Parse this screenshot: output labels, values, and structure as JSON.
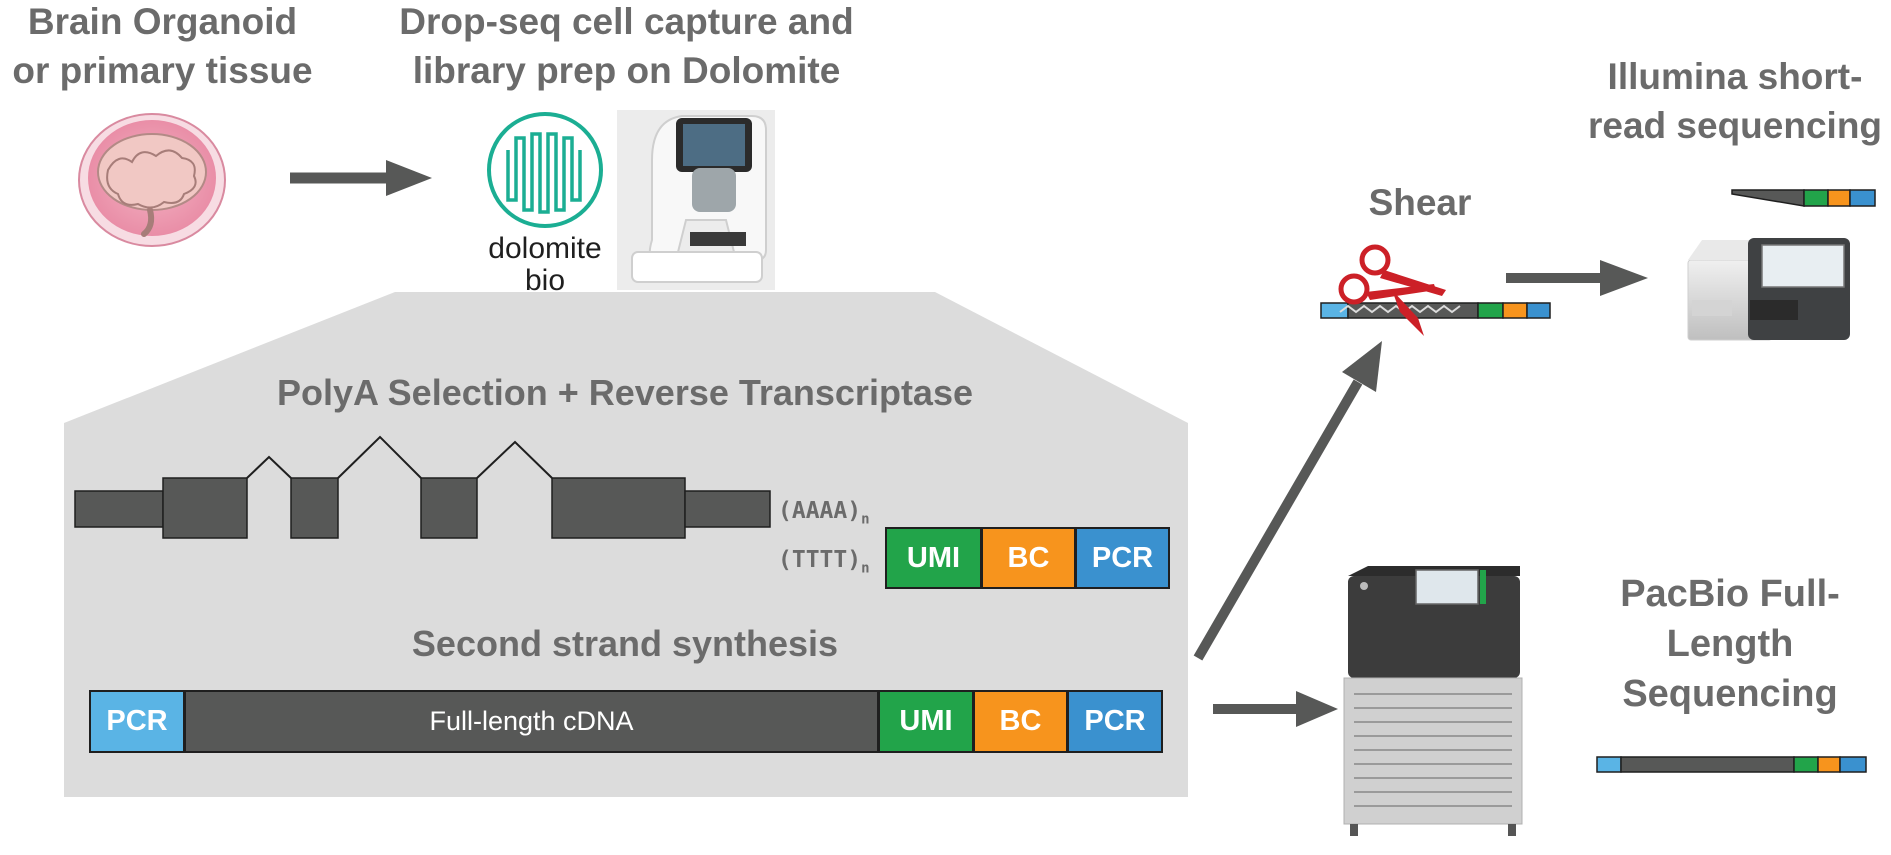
{
  "steps": {
    "tissue": [
      "Brain Organoid",
      "or primary tissue"
    ],
    "dropseq": [
      "Drop-seq cell capture and",
      "library prep on Dolomite"
    ],
    "illumina": [
      "Illumina short-",
      "read sequencing"
    ],
    "shear": "Shear",
    "pacbio": [
      "PacBio Full-",
      "Length",
      "Sequencing"
    ]
  },
  "logo": {
    "line1": "dolomite",
    "line2": "bio"
  },
  "panel": {
    "title": "PolyA Selection + Reverse Transcriptase",
    "polya": "(AAAA)",
    "polyt": "(TTTT)",
    "subscript": "n",
    "second_strand": "Second strand synthesis"
  },
  "primer": {
    "umi": "UMI",
    "bc": "BC",
    "pcr": "PCR"
  },
  "cdna": {
    "pcr_left": "PCR",
    "full": "Full-length cDNA",
    "umi": "UMI",
    "bc": "BC",
    "pcr_right": "PCR"
  },
  "colors": {
    "dark": "#575857",
    "umi": "#22a44a",
    "bc": "#f7941d",
    "pcr": "#3a91cf",
    "pcr_light": "#5ab4e5",
    "panel": "#dcdcdc",
    "text": "#6b6b6b",
    "scissors": "#cc2027",
    "dolomite": "#1bae93"
  }
}
